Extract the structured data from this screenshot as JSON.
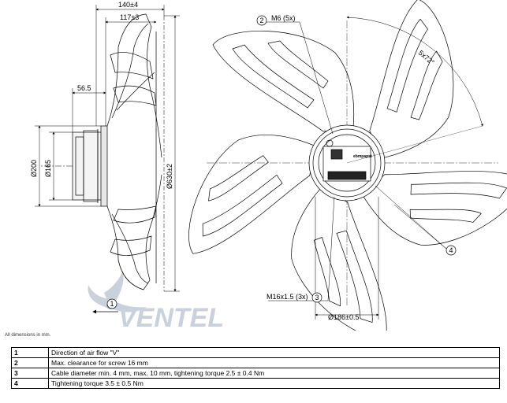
{
  "dimensions": {
    "width_overall": "140±4",
    "width_body": "117±3",
    "hub_offset": "56.5",
    "dia_200": "Ø200",
    "dia_165": "Ø165",
    "dia_outer": "Ø630±2",
    "mount_screw": "M6 (5x)",
    "angle": "5x72°",
    "cable_gland": "M16x1.5 (3x)",
    "dia_bolt_circle": "Ø186±0.5"
  },
  "callouts": [
    "1",
    "2",
    "3",
    "4"
  ],
  "watermark": "VENTEL",
  "hub_label": "ebmpapst",
  "note": "All dimensions in mm.",
  "legend": [
    {
      "num": "1",
      "text": "Direction of air flow \"V\""
    },
    {
      "num": "2",
      "text": "Max. clearance for screw 16 mm"
    },
    {
      "num": "3",
      "text": "Cable diameter min. 4 mm, max. 10 mm, tightening torque 2.5 ± 0.4 Nm"
    },
    {
      "num": "4",
      "text": "Tightening torque 3.5 ± 0.5 Nm"
    }
  ],
  "colors": {
    "line": "#000000",
    "watermark": "#c9d2dc",
    "watermark_accent": "#9fb0c2"
  }
}
